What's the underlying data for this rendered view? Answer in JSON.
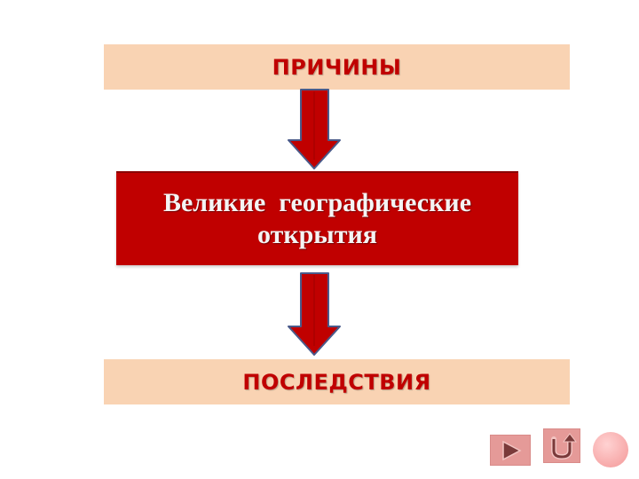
{
  "diagram": {
    "top_box": {
      "label": "ПРИЧИНЫ"
    },
    "center_box": {
      "line1": "Великие  географические",
      "line2": "открытия"
    },
    "bottom_box": {
      "label": "ПОСЛЕДСТВИЯ"
    },
    "arrows": [
      {
        "direction": "down",
        "from": "top_box",
        "to": "center_box"
      },
      {
        "direction": "down",
        "from": "center_box",
        "to": "bottom_box"
      }
    ]
  },
  "navigation": {
    "buttons": [
      {
        "name": "next",
        "icon": "play-icon"
      },
      {
        "name": "return",
        "icon": "u-turn-icon"
      },
      {
        "name": "circle",
        "icon": "circle-icon"
      }
    ]
  },
  "colors": {
    "light_box_fill": "#f9d3b3",
    "light_box_text": "#c00000",
    "center_box_fill": "#c00000",
    "center_box_text": "#f4f4f4",
    "arrow_fill": "#c00000",
    "arrow_outline": "#4a5a8a",
    "nav_button_fill": "#e59a98"
  }
}
